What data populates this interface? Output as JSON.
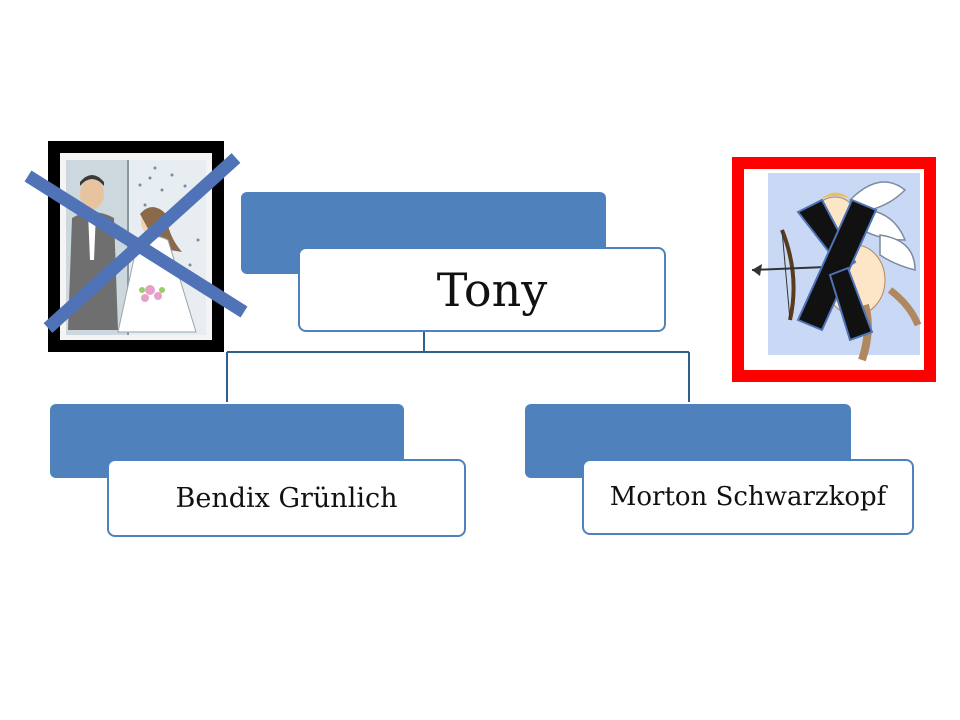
{
  "nodes": {
    "root": {
      "label": "Tony"
    },
    "left": {
      "label": "Bendix Grünlich"
    },
    "right": {
      "label": "Morton Schwarzkopf"
    }
  },
  "colors": {
    "node_fill": "#4f81bd",
    "node_border": "#4f81bd",
    "connector": "#2f5f8f",
    "cross_blue": "#4f73b6",
    "frame_black": "#000000",
    "frame_red": "#ff0000",
    "cross_black": "#111111"
  },
  "icons": {
    "left_picture": "wedding-couple-crossed-icon",
    "right_picture": "cupid-crossed-icon"
  }
}
